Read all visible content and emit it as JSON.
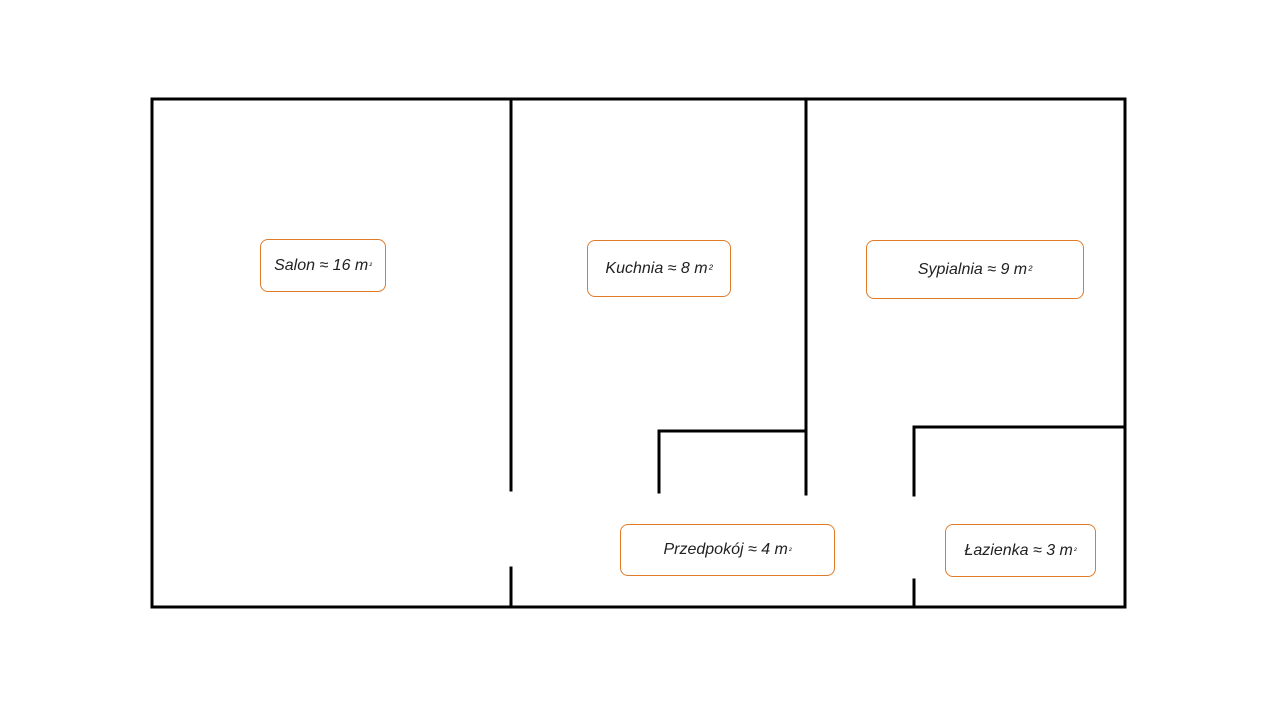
{
  "theme": {
    "wall_color": "#000000",
    "label_border_color": "#e07b2a",
    "background": "#ffffff"
  },
  "rooms": {
    "salon": {
      "text": "Salon ≈ 16 m",
      "sup": "²"
    },
    "kuchnia": {
      "text": "Kuchnia ≈ 8 m",
      "sup": "²"
    },
    "sypialnia": {
      "text": "Sypialnia ≈ 9 m",
      "sup": "²"
    },
    "przedpokoj": {
      "text": "Przedpokój ≈ 4 m",
      "sup": "²"
    },
    "lazienka": {
      "text": "Łazienka ≈ 3 m",
      "sup": "²"
    }
  }
}
